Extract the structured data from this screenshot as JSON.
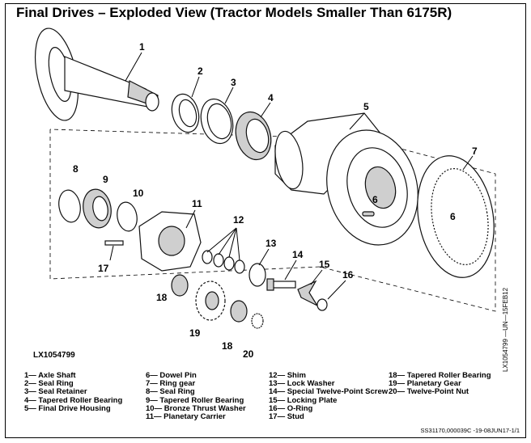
{
  "title": "Final Drives – Exploded View (Tractor Models Smaller Than 6175R)",
  "figure_id": "LX1054799",
  "side_reference": "LX1054799 —UN—15FEB12",
  "footer": "SS31170,000039C -19-08JUN17-1/1",
  "callouts": [
    "1",
    "2",
    "3",
    "4",
    "5",
    "6",
    "6",
    "7",
    "8",
    "9",
    "10",
    "11",
    "12",
    "13",
    "14",
    "15",
    "16",
    "17",
    "18",
    "18",
    "19",
    "20"
  ],
  "legend": {
    "col1": [
      "1— Axle Shaft",
      "2— Seal Ring",
      "3— Seal Retainer",
      "4— Tapered Roller Bearing",
      "5— Final Drive Housing"
    ],
    "col2": [
      "6— Dowel Pin",
      "7— Ring gear",
      "8— Seal Ring",
      "9— Tapered Roller Bearing",
      "10— Bronze Thrust Washer",
      "11— Planetary Carrier"
    ],
    "col3": [
      "12— Shim",
      "13— Lock Washer",
      "14— Special Twelve-Point Screw",
      "15— Locking Plate",
      "16— O-Ring",
      "17— Stud"
    ],
    "col4": [
      "18— Tapered Roller Bearing",
      "19— Planetary Gear",
      "20— Twelve-Point Nut"
    ]
  }
}
